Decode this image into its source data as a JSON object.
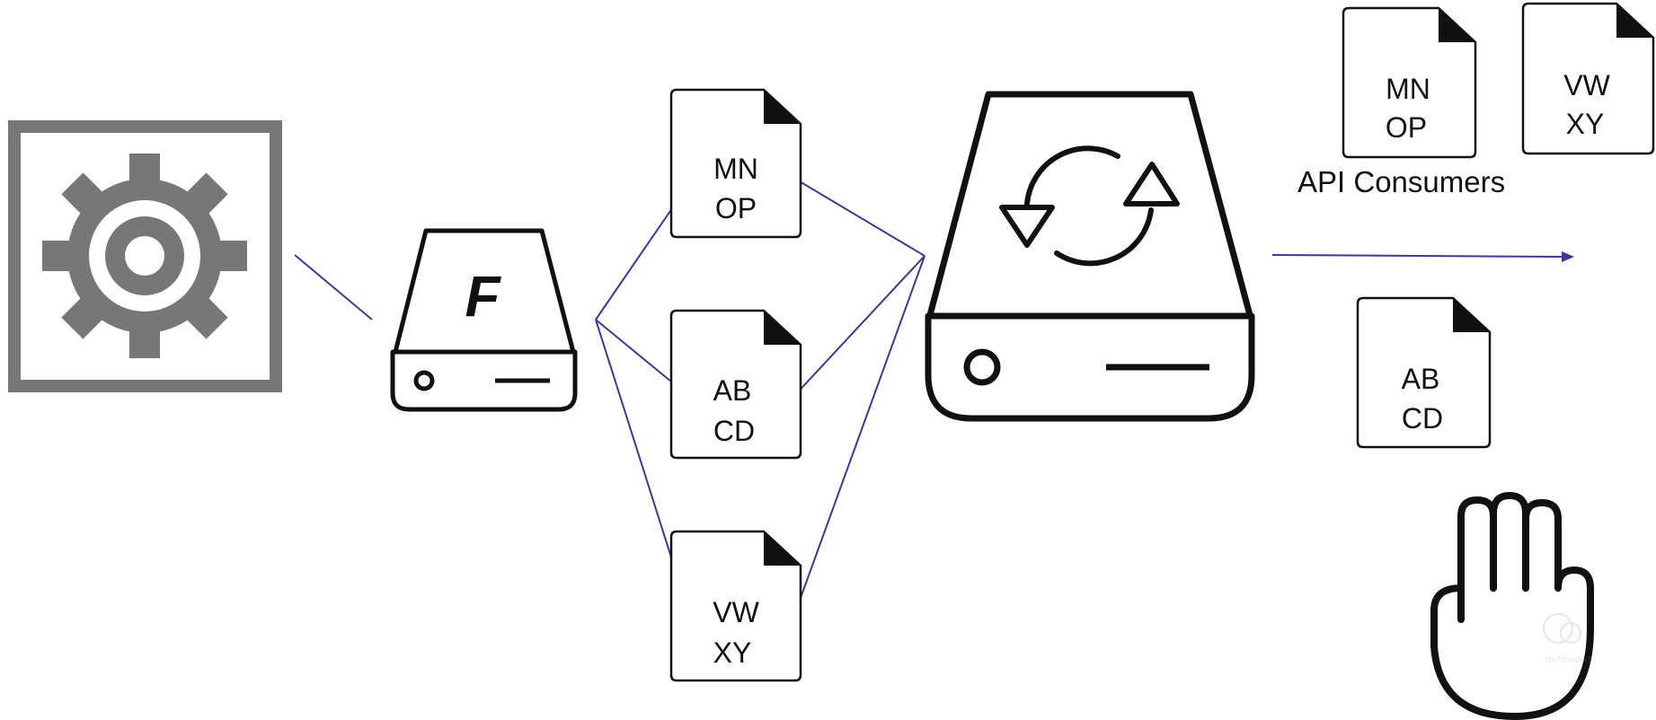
{
  "diagram": {
    "source_drive": {
      "letter": "F"
    },
    "documents_middle": [
      {
        "line1": "MN",
        "line2": "OP"
      },
      {
        "line1": "AB",
        "line2": "CD"
      },
      {
        "line1": "VW",
        "line2": "XY"
      }
    ],
    "documents_right": [
      {
        "line1": "MN",
        "line2": "OP"
      },
      {
        "line1": "VW",
        "line2": "XY"
      },
      {
        "line1": "AB",
        "line2": "CD"
      }
    ],
    "consumers_label": "API Consumers",
    "watermark": "technovert",
    "colors": {
      "connector": "#3b3a8f",
      "gear": "#777777",
      "outline": "#111111"
    },
    "icons": [
      "gear-icon",
      "drive-icon",
      "sync-drive-icon",
      "document-icon",
      "stop-hand-icon"
    ]
  }
}
